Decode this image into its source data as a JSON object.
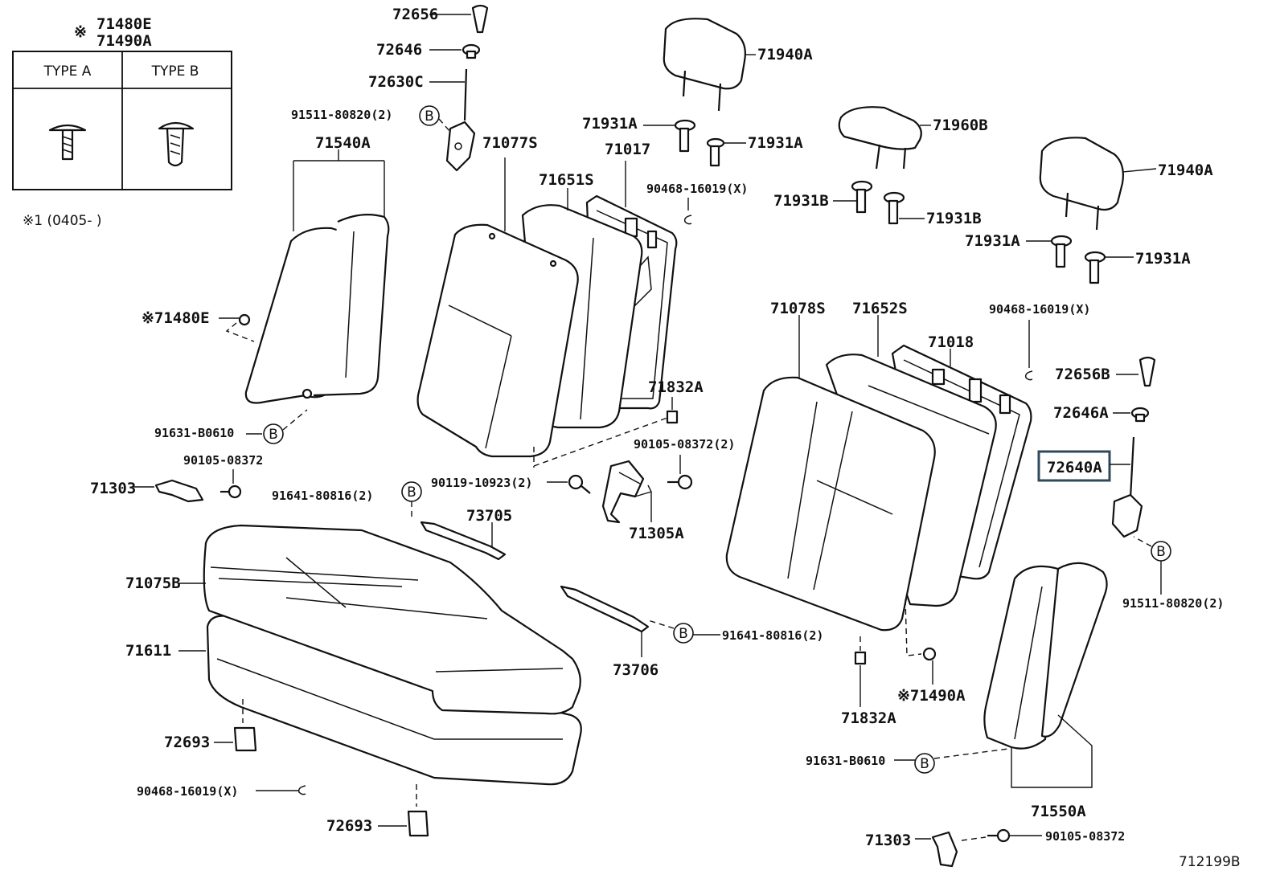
{
  "diagram": {
    "note_mark": "※",
    "type_table": {
      "parts": [
        "71480E",
        "71490A"
      ],
      "col_a": "TYPE A",
      "col_b": "TYPE B"
    },
    "footnote": "※1 (0405-    )",
    "bubble_letter": "B",
    "figure_id": "712199B",
    "highlighted_part": "72640A",
    "labels": {
      "p72656": "72656",
      "p72646": "72646",
      "p72630C": "72630C",
      "p91511_l": "91511-80820(2)",
      "p71077S": "71077S",
      "p71540A": "71540A",
      "p71651S": "71651S",
      "p71017": "71017",
      "p71940A_t": "71940A",
      "p71931A_1": "71931A",
      "p71931A_2": "71931A",
      "p90468_t": "90468-16019(X)",
      "p71960B": "71960B",
      "p71931B_1": "71931B",
      "p71931B_2": "71931B",
      "p71940A_r": "71940A",
      "p71931A_3": "71931A",
      "p71931A_4": "71931A",
      "p71480E": "※71480E",
      "p71078S": "71078S",
      "p71652S": "71652S",
      "p90468_r": "90468-16019(X)",
      "p71018": "71018",
      "p72656B": "72656B",
      "p72646A": "72646A",
      "p72640A": "72640A",
      "p71832A_1": "71832A",
      "p90105_2": "90105-08372(2)",
      "p91631_l": "91631-B0610",
      "p90105_l": "90105-08372",
      "p71303_l": "71303",
      "p91641_1": "91641-80816(2)",
      "p90119": "90119-10923(2)",
      "p73705": "73705",
      "p71305A": "71305A",
      "p71075B": "71075B",
      "p71611": "71611",
      "p91641_2": "91641-80816(2)",
      "p73706": "73706",
      "p91511_r": "91511-80820(2)",
      "p71832A_2": "71832A",
      "p71490A": "※71490A",
      "p72693_1": "72693",
      "p90468_b": "90468-16019(X)",
      "p72693_2": "72693",
      "p91631_r": "91631-B0610",
      "p71550A": "71550A",
      "p71303_r": "71303",
      "p90105_r": "90105-08372"
    }
  }
}
